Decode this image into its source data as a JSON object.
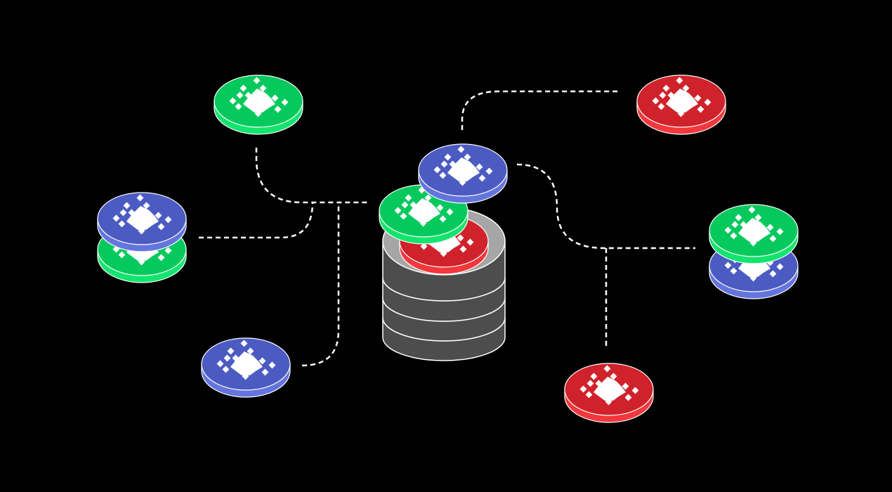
{
  "colors": {
    "background": "#000000",
    "connector": "#ffffff",
    "red_face": "#d0222b",
    "red_side": "#f2373d",
    "green_face": "#06c95d",
    "green_side": "#13e46e",
    "blue_face": "#4b5bc2",
    "blue_side": "#6475de",
    "drum_top": "#a6a6a6",
    "drum_side": "#4d4d4d",
    "drum_outline": "#ffffff",
    "emblem": "#ffffff"
  },
  "tokens": [
    {
      "name": "token-green-top-left",
      "color": "green",
      "icon": "pixel-splat-icon"
    },
    {
      "name": "token-red-top-right",
      "color": "red",
      "icon": "pixel-splat-icon"
    },
    {
      "name": "token-stack-left-blue",
      "color": "blue",
      "icon": "pixel-splat-icon"
    },
    {
      "name": "token-stack-left-green",
      "color": "green",
      "icon": "pixel-splat-icon"
    },
    {
      "name": "token-blue-bottom-left",
      "color": "blue",
      "icon": "pixel-splat-icon"
    },
    {
      "name": "token-stack-right-green",
      "color": "green",
      "icon": "pixel-splat-icon"
    },
    {
      "name": "token-stack-right-blue",
      "color": "blue",
      "icon": "pixel-splat-icon"
    },
    {
      "name": "token-red-bottom-right",
      "color": "red",
      "icon": "pixel-splat-icon"
    },
    {
      "name": "token-center-blue",
      "color": "blue",
      "icon": "pixel-splat-icon"
    },
    {
      "name": "token-center-green",
      "color": "green",
      "icon": "pixel-splat-icon"
    },
    {
      "name": "token-center-red",
      "color": "red",
      "icon": "pixel-splat-icon"
    }
  ],
  "storage": {
    "icon": "database-stack-icon"
  }
}
